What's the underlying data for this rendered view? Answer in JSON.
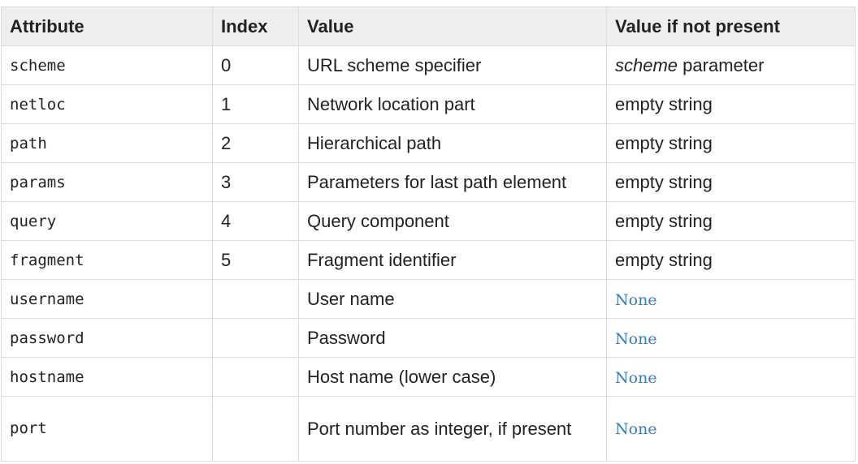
{
  "table": {
    "headers": [
      "Attribute",
      "Index",
      "Value",
      "Value if not present"
    ],
    "rows": [
      {
        "attribute": "scheme",
        "index": "0",
        "value": "URL scheme specifier",
        "default_em": "scheme",
        "default_rest": " parameter"
      },
      {
        "attribute": "netloc",
        "index": "1",
        "value": "Network location part",
        "default": "empty string"
      },
      {
        "attribute": "path",
        "index": "2",
        "value": "Hierarchical path",
        "default": "empty string"
      },
      {
        "attribute": "params",
        "index": "3",
        "value": "Parameters for last path element",
        "default": "empty string"
      },
      {
        "attribute": "query",
        "index": "4",
        "value": "Query component",
        "default": "empty string"
      },
      {
        "attribute": "fragment",
        "index": "5",
        "value": "Fragment identifier",
        "default": "empty string"
      },
      {
        "attribute": "username",
        "index": "",
        "value": "User name",
        "default": "None"
      },
      {
        "attribute": "password",
        "index": "",
        "value": "Password",
        "default": "None"
      },
      {
        "attribute": "hostname",
        "index": "",
        "value": "Host name (lower case)",
        "default": "None"
      },
      {
        "attribute": "port",
        "index": "",
        "value": "Port number as integer, if present",
        "default": "None"
      }
    ]
  },
  "colors": {
    "header_bg": "#eeeeee",
    "border": "#dddddd",
    "text": "#222222",
    "link": "#3d7ab8"
  }
}
